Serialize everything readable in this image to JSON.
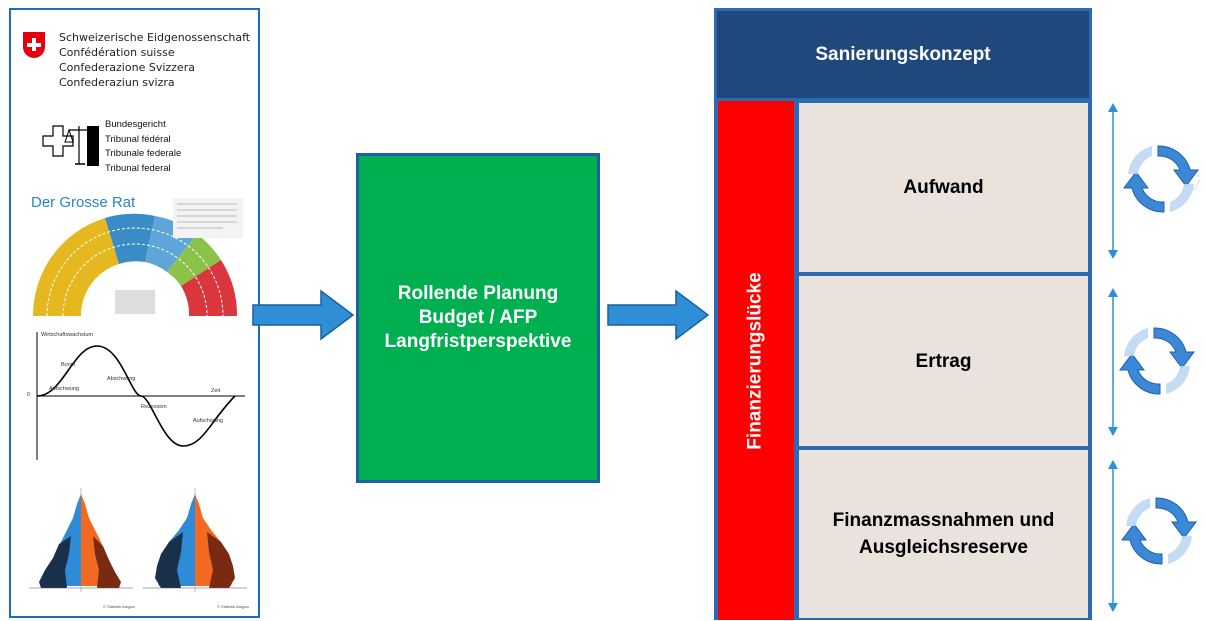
{
  "left_panel": {
    "swiss_names": [
      "Schweizerische Eidgenossenschaft",
      "Confédération suisse",
      "Confederazione Svizzera",
      "Confederaziun svizra"
    ],
    "court_names": [
      "Bundesgericht",
      "Tribunal fédéral",
      "Tribunale federale",
      "Tribunal federal"
    ],
    "parliament_title": "Der Grosse Rat",
    "economic_cycle": {
      "axis_title": "Wirtschaftswachstum",
      "phases": [
        "Boom",
        "Abschwung",
        "Aufschwung",
        "Rezession",
        "Aufschwung"
      ],
      "time_label": "Zeit",
      "zero_label": "0"
    },
    "pyramid_foot": "© Statistik Aargau"
  },
  "flow": {
    "green_box_lines": [
      "Rollende Planung",
      "Budget / AFP",
      "Langfristperspektive"
    ]
  },
  "structure": {
    "header": "Sanierungskonzept",
    "vertical_label": "Finanzierungslücke",
    "rows": [
      {
        "label_lines": [
          "Aufwand"
        ]
      },
      {
        "label_lines": [
          "Ertrag"
        ]
      },
      {
        "label_lines": [
          "Finanzmassnahmen und",
          "Ausgleichsreserve"
        ]
      }
    ]
  },
  "colors": {
    "arrow": "#2e8fd6",
    "green": "#00b050",
    "navy": "#1f497d",
    "frame_blue": "#2b6ab5",
    "red": "#ff0000",
    "beige": "#eae2dc"
  }
}
